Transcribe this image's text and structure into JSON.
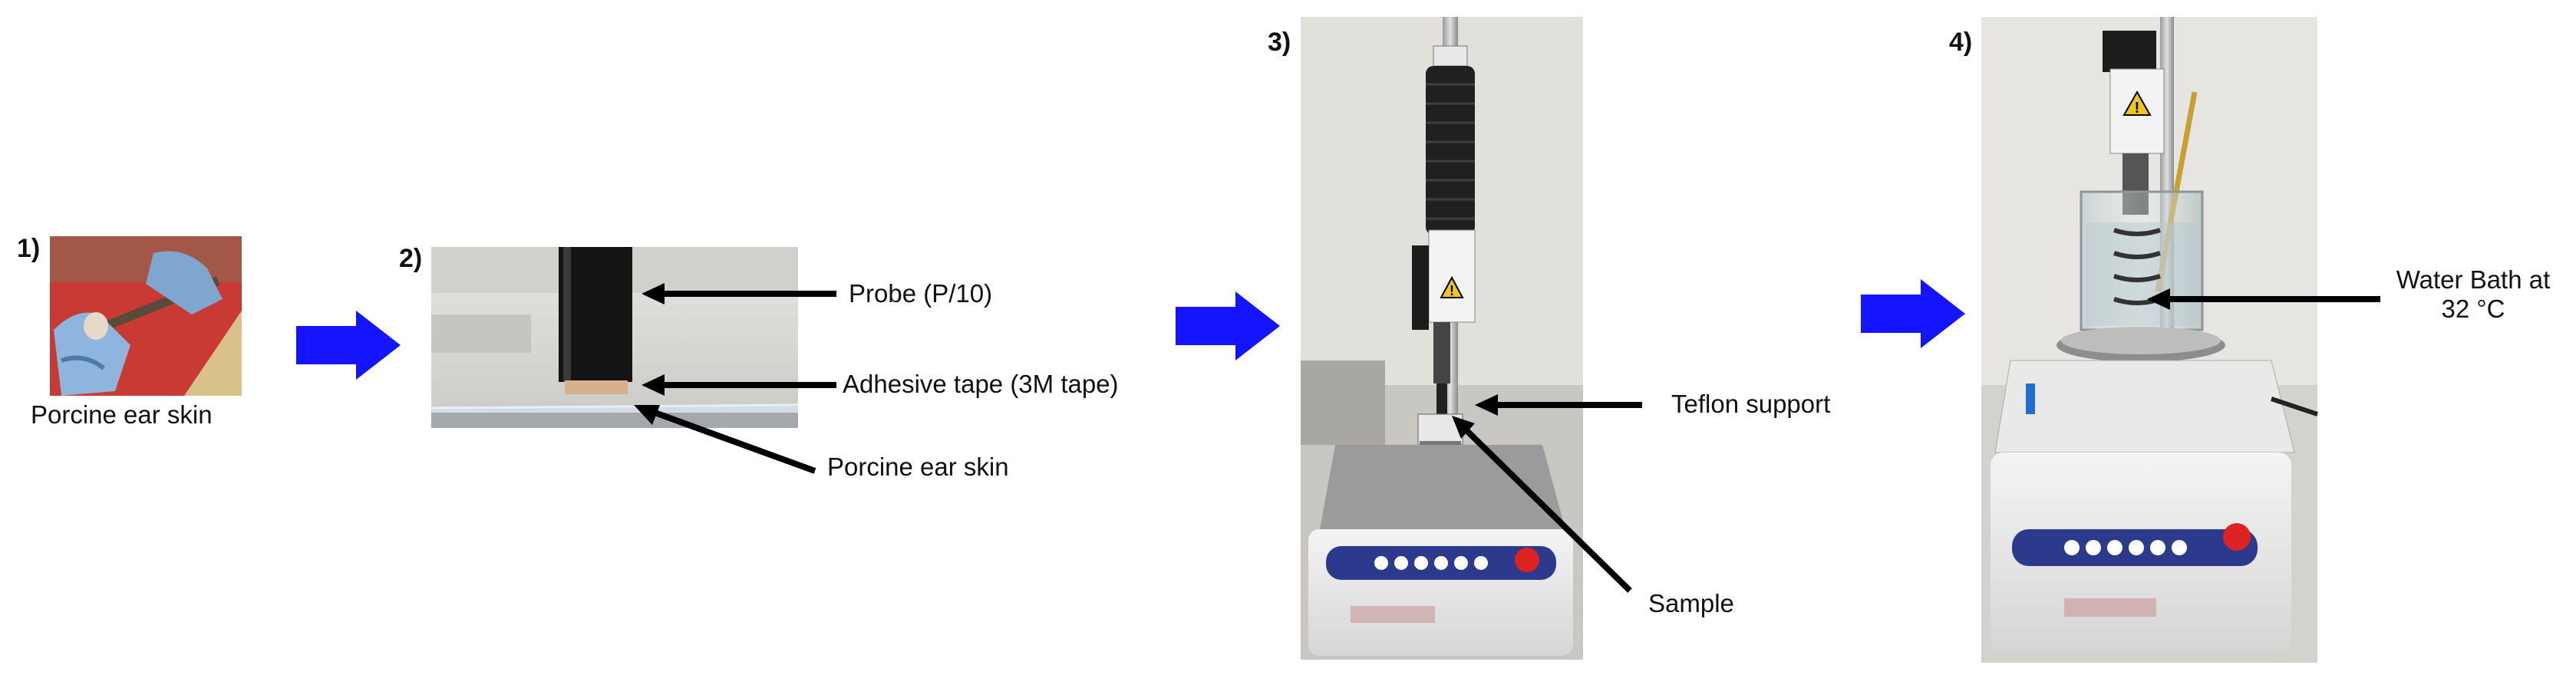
{
  "steps": [
    {
      "number": "1)",
      "caption": "Porcine ear skin"
    },
    {
      "number": "2)",
      "labels": [
        "Probe (P/10)",
        "Adhesive tape (3M tape)",
        "Porcine ear skin"
      ]
    },
    {
      "number": "3)",
      "labels": [
        "Teflon support",
        "Sample"
      ]
    },
    {
      "number": "4)",
      "labels": [
        "Water Bath at",
        "32 °C"
      ]
    }
  ],
  "colors": {
    "arrow": "#1414ff",
    "pointer": "#000000",
    "panel_bg": "#d9d9d9"
  }
}
